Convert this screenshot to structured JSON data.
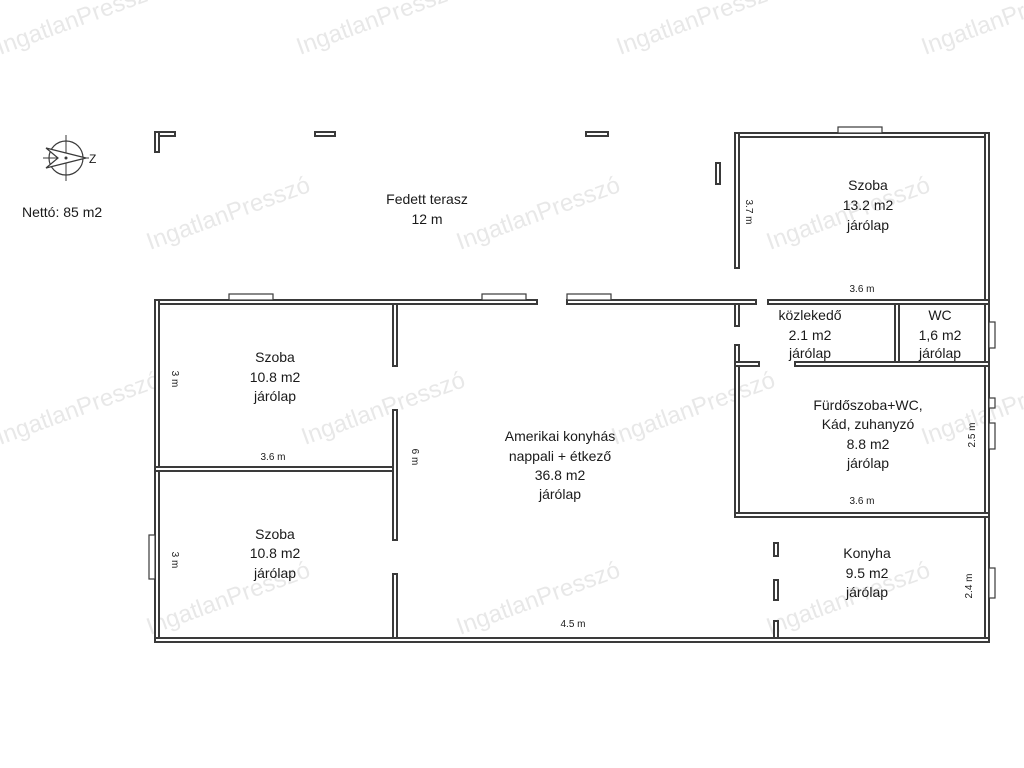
{
  "summary": {
    "netto": "Nettó: 85 m2"
  },
  "compass": {
    "letter": "Z"
  },
  "watermark": {
    "text": "IngatlanPresszó"
  },
  "rooms": {
    "terrace": [
      "Fedett terasz",
      "12 m"
    ],
    "bedroom_top_right": [
      "Szoba",
      "13.2 m2",
      "járólap"
    ],
    "hallway": [
      "közlekedő",
      "2.1 m2",
      "járólap"
    ],
    "wc": [
      "WC",
      "1,6 m2",
      "járólap"
    ],
    "bedroom_left_top": [
      "Szoba",
      "10.8 m2",
      "járólap"
    ],
    "bedroom_left_bottom": [
      "Szoba",
      "10.8 m2",
      "járólap"
    ],
    "living": [
      "Amerikai konyhás",
      "nappali + étkező",
      "36.8 m2",
      "járólap"
    ],
    "bathroom": [
      "Fürdőszoba+WC,",
      "Kád, zuhanyzó",
      "8.8 m2",
      "járólap"
    ],
    "kitchen": [
      "Konyha",
      "9.5 m2",
      "járólap"
    ]
  },
  "dimensions": {
    "top_right_height": "3.7 m",
    "top_right_width": "3.6 m",
    "left_top_height": "3 m",
    "left_top_width": "3.6 m",
    "living_height": "6 m",
    "left_bottom_height": "3 m",
    "living_width": "4.5 m",
    "bathroom_height": "2.5 m",
    "bathroom_width": "3.6 m",
    "kitchen_height": "2.4 m"
  }
}
